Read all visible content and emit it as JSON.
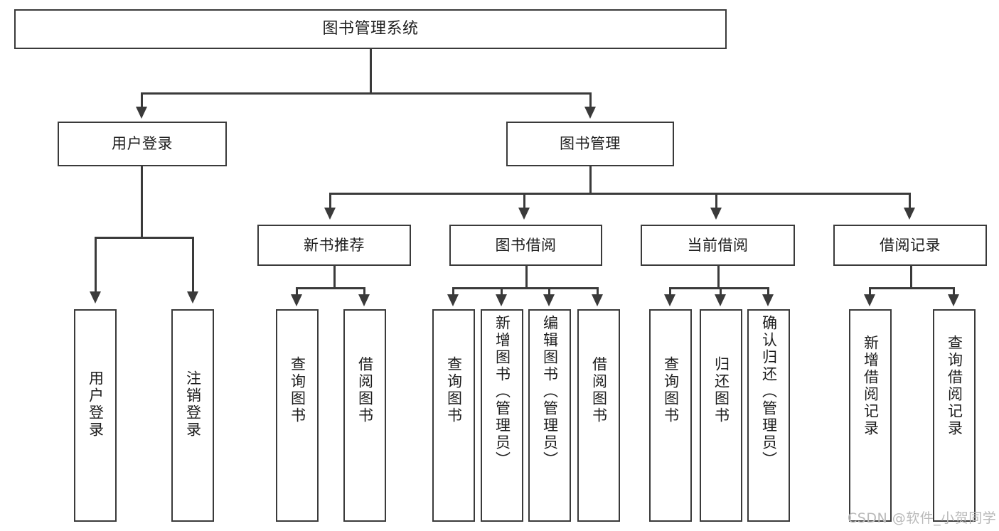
{
  "diagram": {
    "title": "图书管理系统",
    "type": "functional-structure-tree",
    "root": {
      "label": "图书管理系统"
    },
    "level1": [
      {
        "label": "用户登录"
      },
      {
        "label": "图书管理"
      }
    ],
    "level2": [
      {
        "label": "新书推荐"
      },
      {
        "label": "图书借阅"
      },
      {
        "label": "当前借阅"
      },
      {
        "label": "借阅记录"
      }
    ],
    "leaves": {
      "user_login": [
        {
          "label": "用户登录"
        },
        {
          "label": "注销登录"
        }
      ],
      "new_book_recommend": [
        {
          "label": "查询图书"
        },
        {
          "label": "借阅图书"
        }
      ],
      "book_borrow": [
        {
          "label": "查询图书"
        },
        {
          "label": "新增图书（管理员）"
        },
        {
          "label": "编辑图书（管理员）"
        },
        {
          "label": "借阅图书"
        }
      ],
      "current_borrow": [
        {
          "label": "查询图书"
        },
        {
          "label": "归还图书"
        },
        {
          "label": "确认归还（管理员）"
        }
      ],
      "borrow_record": [
        {
          "label": "新增借阅记录"
        },
        {
          "label": "查询借阅记录"
        }
      ]
    }
  },
  "watermark": {
    "text": "CSDN @软件_小贺同学"
  },
  "colors": {
    "stroke": "#3a3a3a",
    "fill": "#ffffff",
    "text": "#1d1d1d",
    "watermark": "#b9b9b9"
  }
}
